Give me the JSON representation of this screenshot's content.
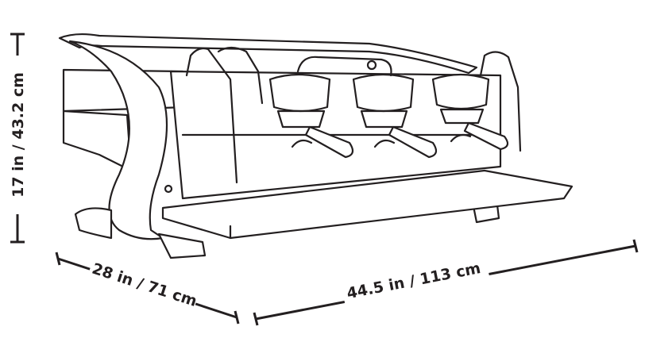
{
  "dimensions": {
    "height": "17 in / 43.2 cm",
    "depth": "28 in / 71 cm",
    "width": "44.5 in / 113 cm"
  },
  "colors": {
    "line": "#231f20",
    "background": "#ffffff"
  }
}
